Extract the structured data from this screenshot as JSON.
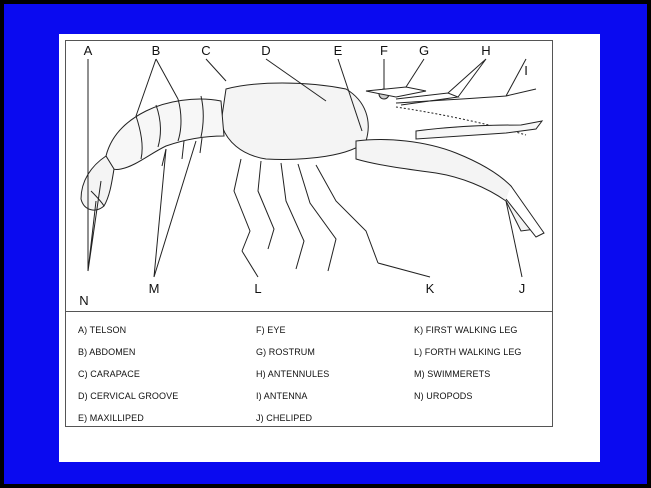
{
  "top_labels": [
    "A",
    "B",
    "C",
    "D",
    "E",
    "F",
    "G",
    "H",
    "I"
  ],
  "bottom_labels": [
    "N",
    "M",
    "L",
    "K",
    "J"
  ],
  "key": {
    "col1": [
      "A) TELSON",
      "B) ABDOMEN",
      "C) CARAPACE",
      "D) CERVICAL GROOVE",
      "E) MAXILLIPED"
    ],
    "col2": [
      "F) EYE",
      "G) ROSTRUM",
      "H) ANTENNULES",
      "I) ANTENNA",
      "J) CHELIPED"
    ],
    "col3": [
      "K) FIRST WALKING LEG",
      "L) FORTH WALKING LEG",
      "M) SWIMMERETS",
      "N) UROPODS"
    ]
  },
  "colors": {
    "background": "#0a0af0",
    "panel": "#ffffff",
    "frame": "#000000",
    "ink": "#111111"
  }
}
